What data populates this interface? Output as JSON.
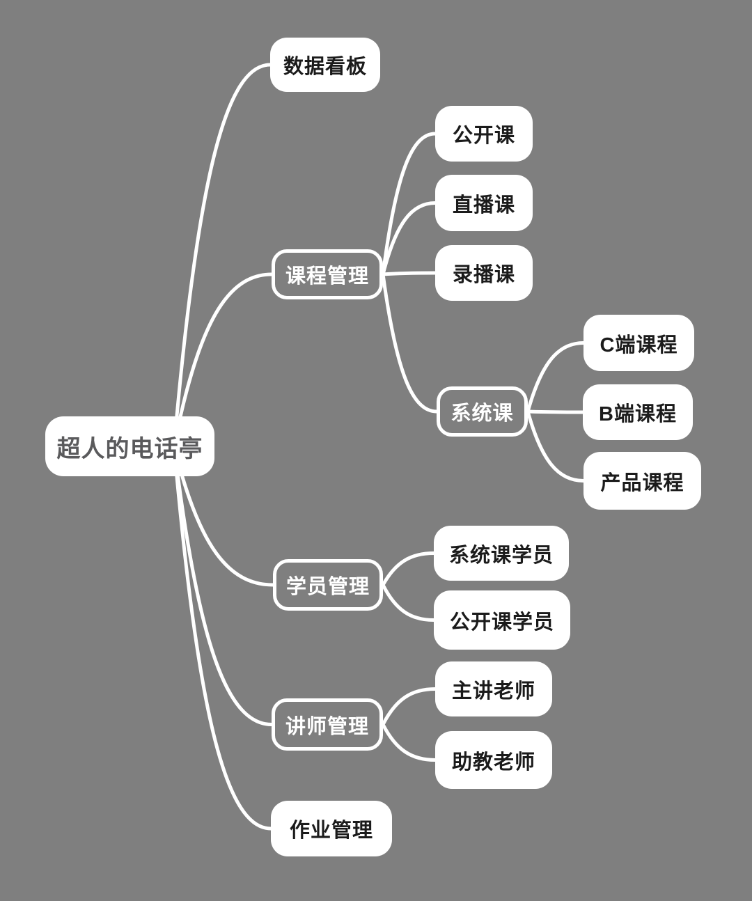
{
  "colors": {
    "background": "#7f7f7f",
    "node_fill": "#ffffff",
    "node_text": "#1b1b1b",
    "root_text": "#5a5a5c",
    "outlined_text": "#ffffff",
    "line": "#ffffff"
  },
  "nodes": {
    "root": {
      "label": "超人的电话亭"
    },
    "data_dashboard": {
      "label": "数据看板"
    },
    "course_mgmt": {
      "label": "课程管理"
    },
    "open_course": {
      "label": "公开课"
    },
    "live_course": {
      "label": "直播课"
    },
    "recorded_course": {
      "label": "录播课"
    },
    "system_course": {
      "label": "系统课"
    },
    "c_course": {
      "label": "C端课程"
    },
    "b_course": {
      "label": "B端课程"
    },
    "product_course": {
      "label": "产品课程"
    },
    "student_mgmt": {
      "label": "学员管理"
    },
    "system_students": {
      "label": "系统课学员"
    },
    "open_students": {
      "label": "公开课学员"
    },
    "teacher_mgmt": {
      "label": "讲师管理"
    },
    "lead_teacher": {
      "label": "主讲老师"
    },
    "assistant_teacher": {
      "label": "助教老师"
    },
    "homework_mgmt": {
      "label": "作业管理"
    }
  }
}
